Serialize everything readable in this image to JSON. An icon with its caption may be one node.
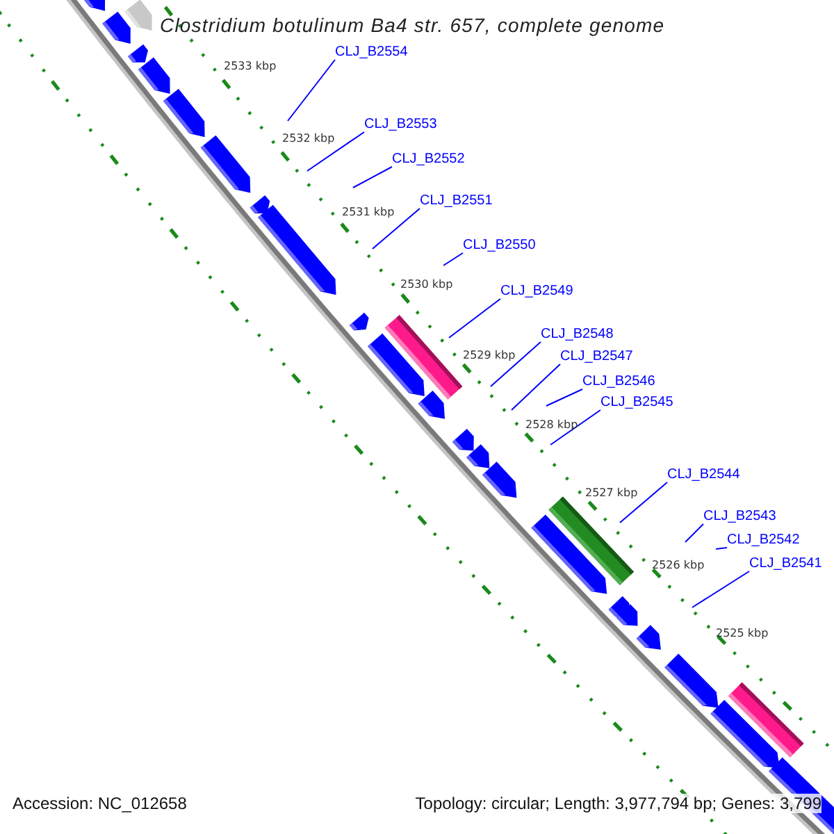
{
  "diagram": {
    "title": "Clostridium botulinum Ba4 str. 657, complete genome",
    "nodes": [
      {
        "text": [
          "CLJ_B2554"
        ]
      },
      {
        "text": [
          "CLJ_B2553"
        ]
      },
      {
        "text": [
          "CLJ_B2552"
        ]
      },
      {
        "text": [
          "CLJ_B2551"
        ]
      },
      {
        "text": [
          "CLJ_B2550"
        ]
      },
      {
        "text": [
          "CLJ_B2549"
        ]
      },
      {
        "text": [
          "CLJ_B2548"
        ]
      },
      {
        "text": [
          "CLJ_B2547"
        ]
      },
      {
        "text": [
          "CLJ_B2546"
        ]
      },
      {
        "text": [
          "CLJ_B2545"
        ]
      },
      {
        "text": [
          "CLJ_B2544"
        ]
      },
      {
        "text": [
          "CLJ_B2543"
        ]
      },
      {
        "text": [
          "CLJ_B2542"
        ]
      },
      {
        "text": [
          "CLJ_B2541"
        ]
      }
    ],
    "edges": [
      {
        "from": 0,
        "to": null,
        "arrow": "none"
      },
      {
        "from": 1,
        "to": null,
        "arrow": "none"
      },
      {
        "from": 2,
        "to": null,
        "arrow": "none"
      },
      {
        "from": 3,
        "to": null,
        "arrow": "none"
      },
      {
        "from": 4,
        "to": null,
        "arrow": "none"
      },
      {
        "from": 5,
        "to": null,
        "arrow": "none"
      },
      {
        "from": 6,
        "to": null,
        "arrow": "none"
      },
      {
        "from": 7,
        "to": null,
        "arrow": "none"
      },
      {
        "from": 8,
        "to": null,
        "arrow": "none"
      },
      {
        "from": 9,
        "to": null,
        "arrow": "none"
      },
      {
        "from": 10,
        "to": null,
        "arrow": "none"
      },
      {
        "from": 11,
        "to": null,
        "arrow": "none"
      },
      {
        "from": 12,
        "to": null,
        "arrow": "none"
      },
      {
        "from": 13,
        "to": null,
        "arrow": "none"
      }
    ],
    "labels": [
      "2533 kbp",
      "2532 kbp",
      "2531 kbp",
      "2530 kbp",
      "2529 kbp",
      "2528 kbp",
      "2527 kbp",
      "2526 kbp",
      "2525 kbp",
      "Accession: NC_012658",
      "Topology: circular; Length: 3,977,794 bp; Genes: 3,799"
    ]
  }
}
